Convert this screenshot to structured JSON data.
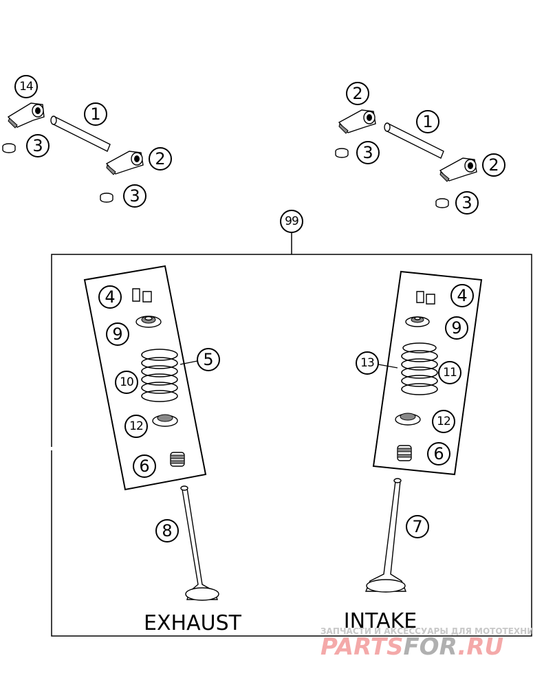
{
  "callouts": {
    "tl_14": "14",
    "tl_1": "1",
    "tl_3a": "3",
    "tl_2": "2",
    "tl_3b": "3",
    "tr_2a": "2",
    "tr_1": "1",
    "tr_3a": "3",
    "tr_2b": "2",
    "tr_3b": "3",
    "kit": "99",
    "ex_4": "4",
    "ex_9": "9",
    "ex_10": "10",
    "ex_12": "12",
    "ex_6": "6",
    "ex_5": "5",
    "ex_8": "8",
    "in_4": "4",
    "in_9": "9",
    "in_11": "11",
    "in_12": "12",
    "in_6": "6",
    "in_13": "13",
    "in_7": "7"
  },
  "labels": {
    "exhaust": "EXHAUST",
    "intake": "INTAKE"
  },
  "watermark": {
    "tagline": "ЗАПЧАСТИ И АКСЕССУАРЫ ДЛЯ МОТОТЕХНИКИ",
    "brand_a": "PARTS",
    "brand_b": "FOR",
    "brand_c": ".RU",
    "color_red": "#f4a9a9",
    "color_gray": "#b0b0b0"
  }
}
